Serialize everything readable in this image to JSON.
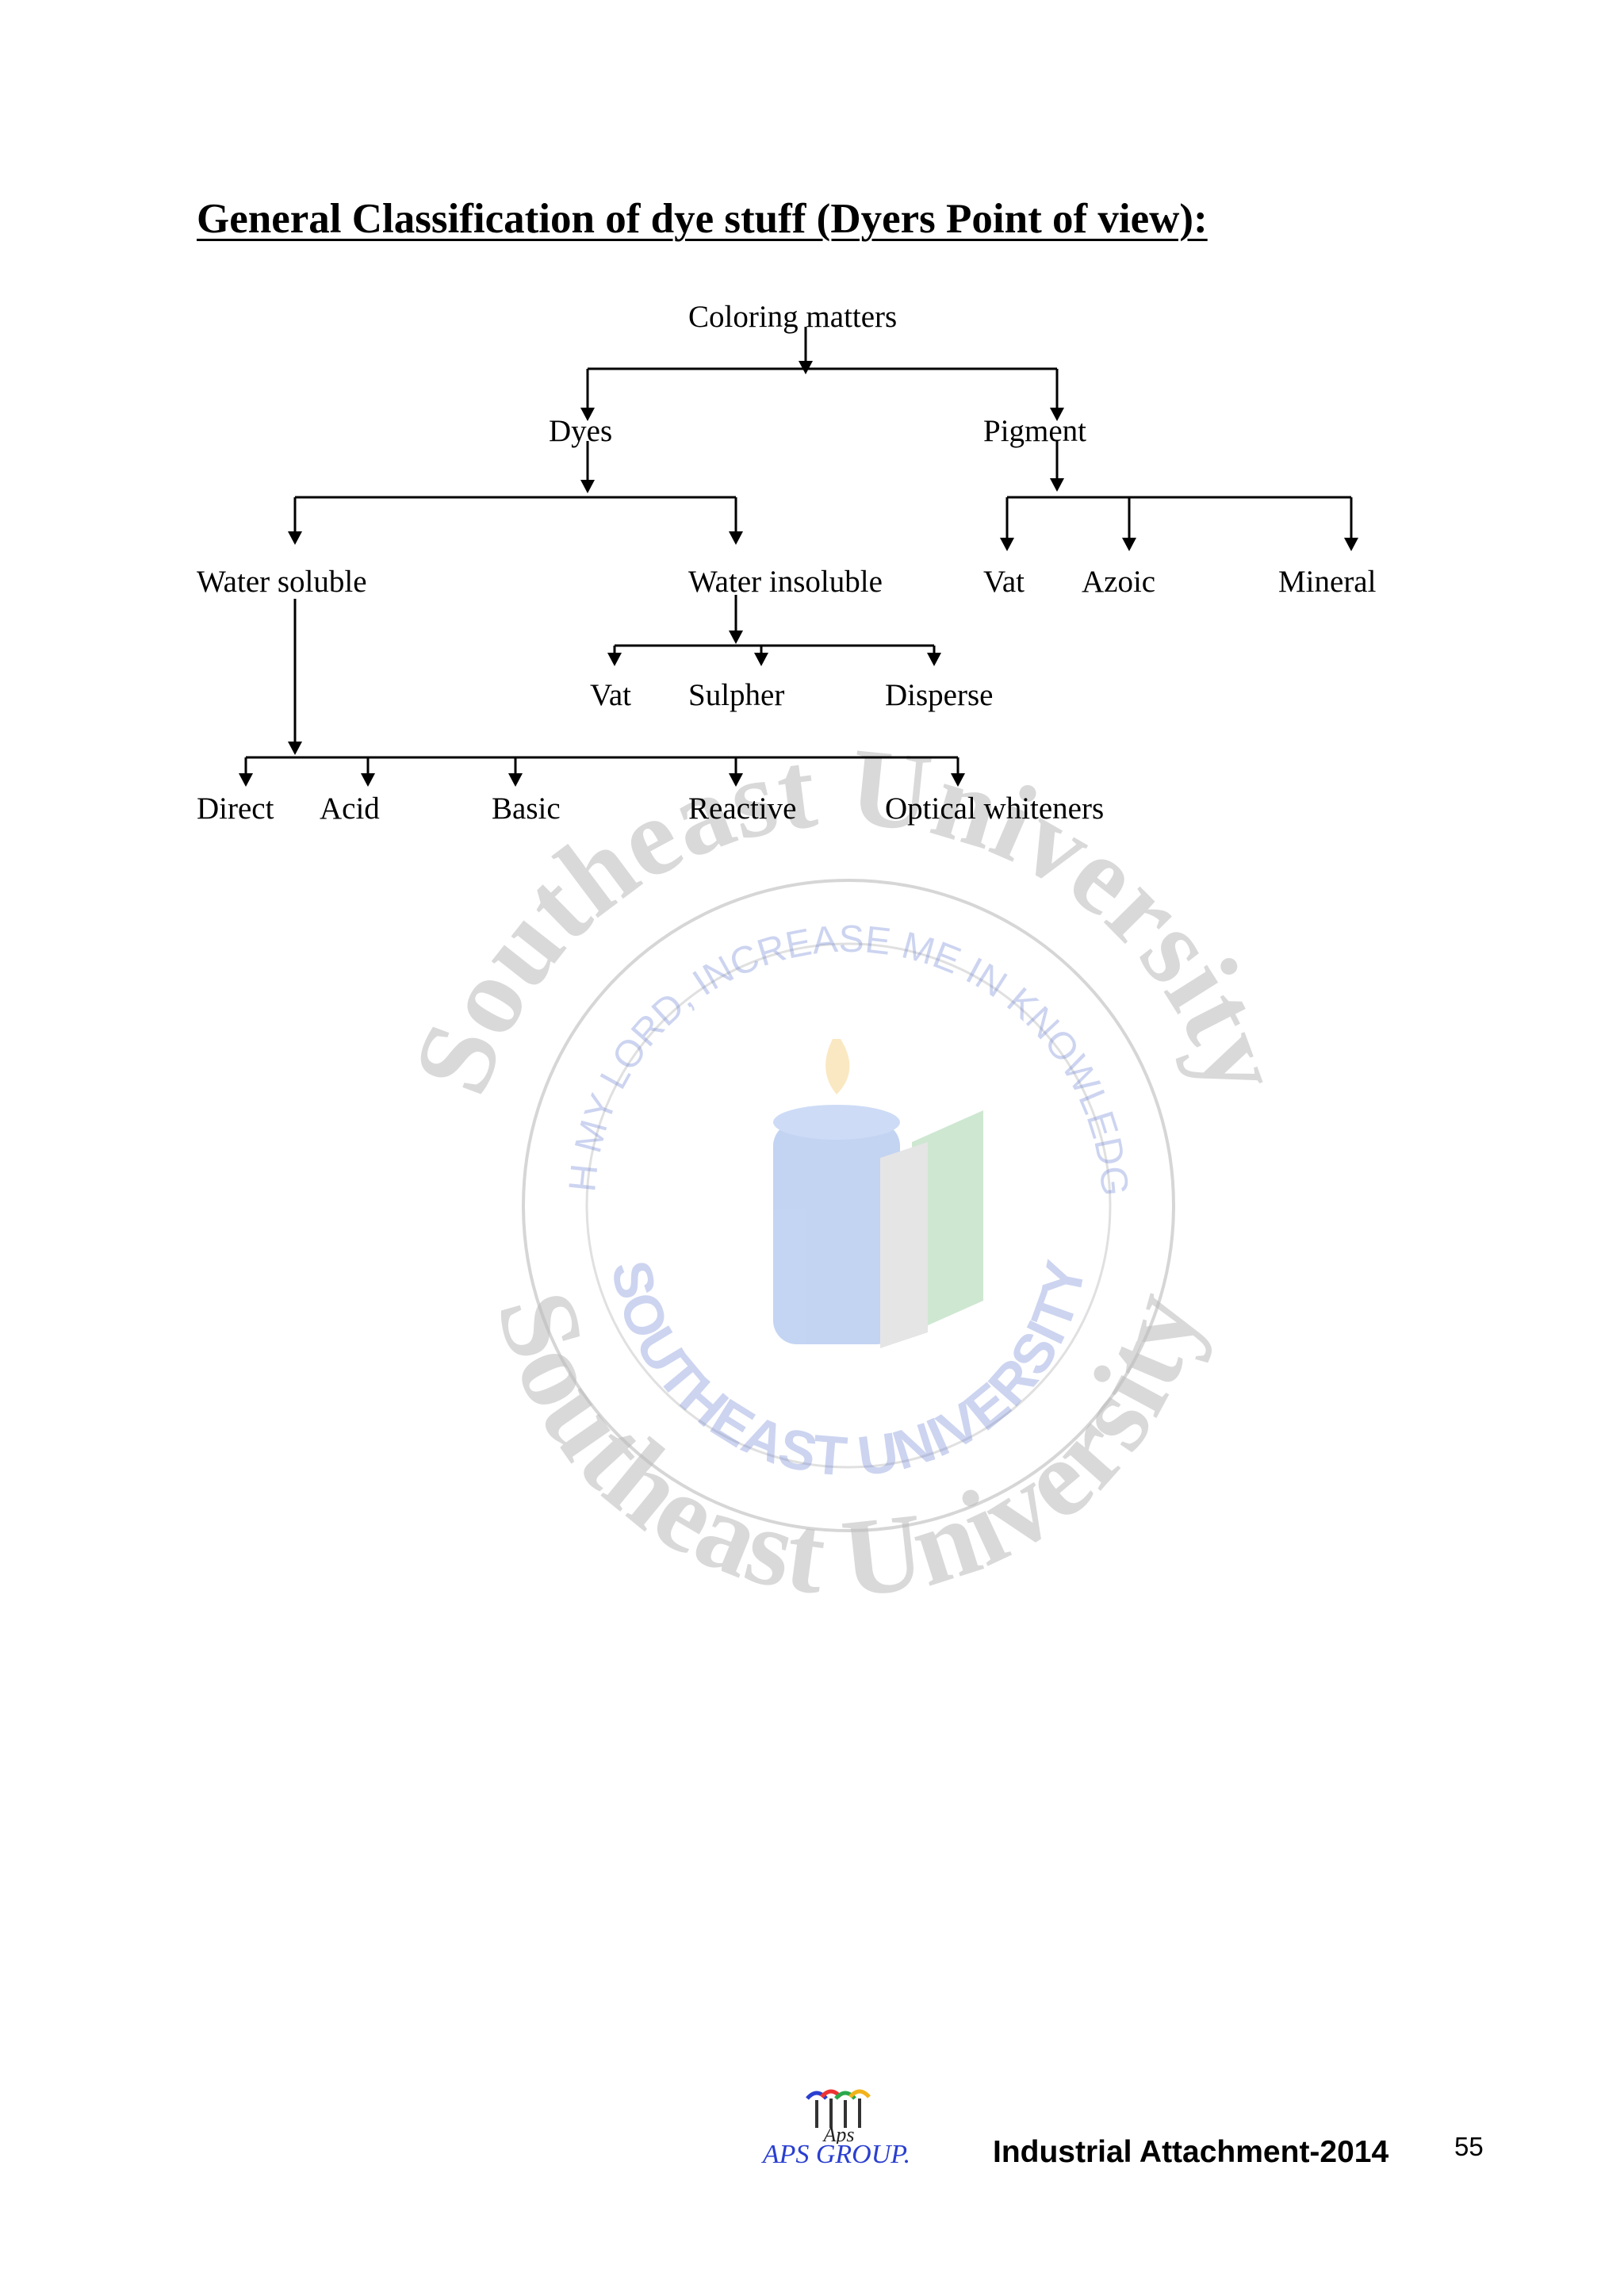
{
  "title": "General Classification of dye stuff (Dyers Point of view):",
  "tree": {
    "root": "Coloring matters",
    "dyes": "Dyes",
    "pigment": "Pigment",
    "water_soluble": "Water soluble",
    "water_insoluble": "Water insoluble",
    "pigment_vat": "Vat",
    "azoic": "Azoic",
    "mineral": "Mineral",
    "insoluble_vat": "Vat",
    "sulpher": "Sulpher",
    "disperse": "Disperse",
    "direct": "Direct",
    "acid": "Acid",
    "basic": "Basic",
    "reactive": "Reactive",
    "optical_whiteners": "Optical whiteners"
  },
  "watermark": {
    "outer_text_top": "Southeast University",
    "outer_text_bottom": "Southeast University",
    "motto": "OH MY LORD, INCREASE ME IN KNOWLEDGE",
    "ring_text": "SOUTHEAST UNIVERSITY"
  },
  "footer": {
    "logo_mark": "Aps",
    "logo_text": "APS GROUP.",
    "title": "Industrial Attachment-2014",
    "page_number": "55"
  }
}
